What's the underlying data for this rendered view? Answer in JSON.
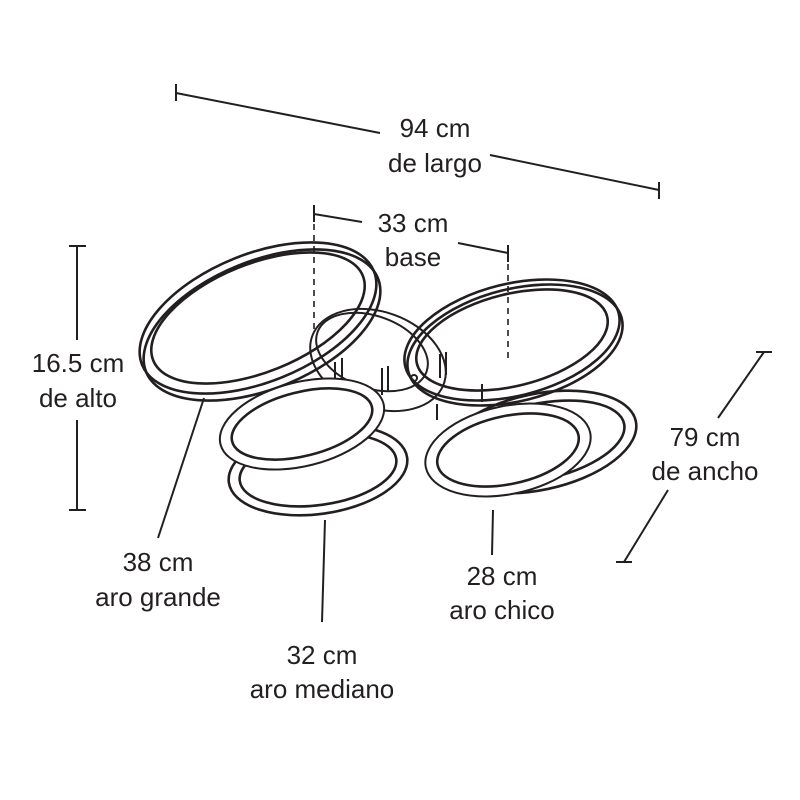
{
  "dimensions": {
    "length": {
      "value": "94 cm",
      "caption": "de largo"
    },
    "base": {
      "value": "33 cm",
      "caption": "base"
    },
    "height": {
      "value": "16.5 cm",
      "caption": "de alto"
    },
    "width": {
      "value": "79 cm",
      "caption": "de ancho"
    }
  },
  "rings": {
    "large": {
      "value": "38 cm",
      "caption": "aro grande"
    },
    "medium": {
      "value": "32 cm",
      "caption": "aro mediano"
    },
    "small": {
      "value": "28 cm",
      "caption": "aro chico"
    }
  },
  "colors": {
    "line": "#231f20",
    "background": "#ffffff"
  }
}
